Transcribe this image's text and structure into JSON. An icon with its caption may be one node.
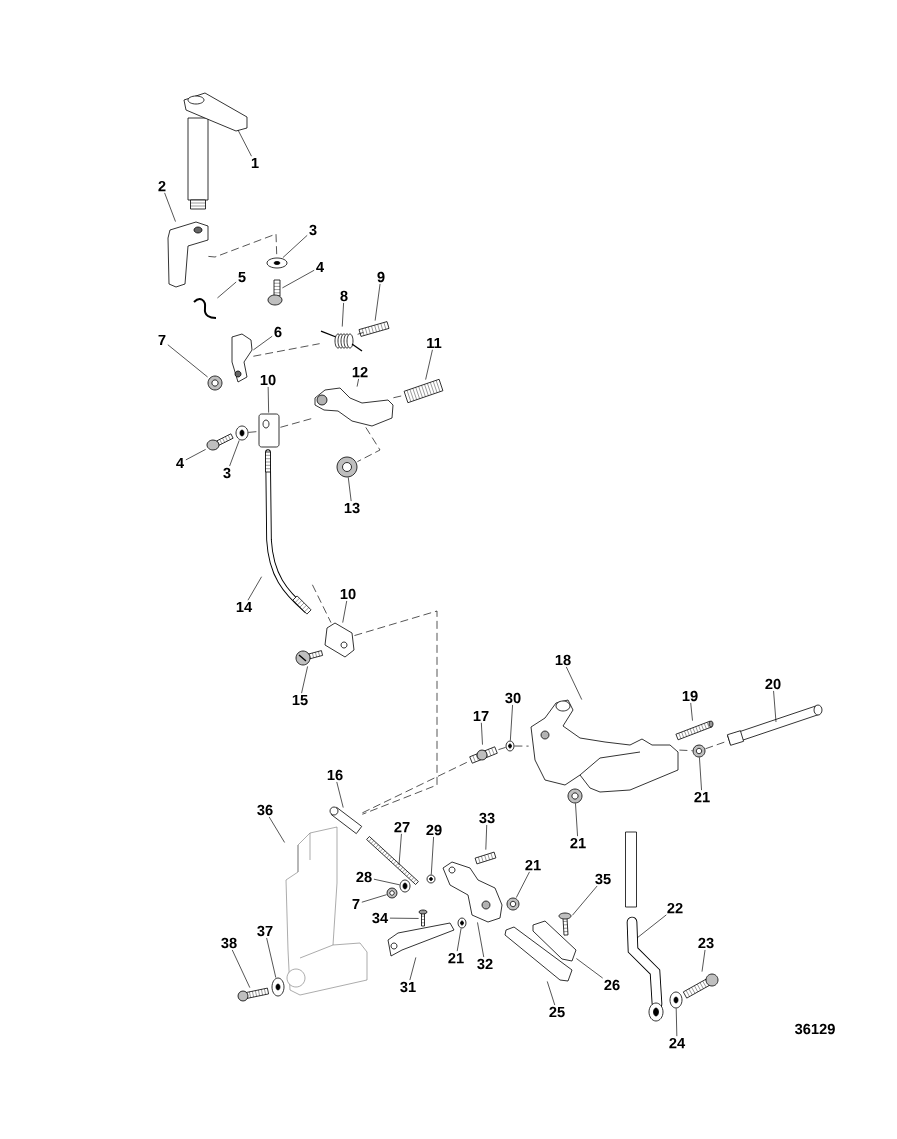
{
  "diagram": {
    "nodes": [
      {
        "text": [
          "1"
        ]
      },
      {
        "text": [
          "2"
        ]
      },
      {
        "text": [
          "3"
        ]
      },
      {
        "text": [
          "4"
        ]
      },
      {
        "text": [
          "5"
        ]
      },
      {
        "text": [
          "9"
        ]
      },
      {
        "text": [
          "8"
        ]
      },
      {
        "text": [
          "6"
        ]
      },
      {
        "text": [
          "7"
        ]
      },
      {
        "text": [
          "11"
        ]
      },
      {
        "text": [
          "12"
        ]
      },
      {
        "text": [
          "10"
        ]
      },
      {
        "text": [
          "4"
        ]
      },
      {
        "text": [
          "3"
        ]
      },
      {
        "text": [
          "13"
        ]
      },
      {
        "text": [
          "10"
        ]
      },
      {
        "text": [
          "14"
        ]
      },
      {
        "text": [
          "18"
        ]
      },
      {
        "text": [
          "20"
        ]
      },
      {
        "text": [
          "19"
        ]
      },
      {
        "text": [
          "30"
        ]
      },
      {
        "text": [
          "15"
        ]
      },
      {
        "text": [
          "17"
        ]
      },
      {
        "text": [
          "16"
        ]
      },
      {
        "text": [
          "21"
        ]
      },
      {
        "text": [
          "36"
        ]
      },
      {
        "text": [
          "33"
        ]
      },
      {
        "text": [
          "27"
        ]
      },
      {
        "text": [
          "29"
        ]
      },
      {
        "text": [
          "21"
        ]
      },
      {
        "text": [
          "21"
        ]
      },
      {
        "text": [
          "28"
        ]
      },
      {
        "text": [
          "35"
        ]
      },
      {
        "text": [
          "7"
        ]
      },
      {
        "text": [
          "22"
        ]
      },
      {
        "text": [
          "34"
        ]
      },
      {
        "text": [
          "23"
        ]
      },
      {
        "text": [
          "38"
        ]
      },
      {
        "text": [
          "37"
        ]
      },
      {
        "text": [
          "21"
        ]
      },
      {
        "text": [
          "32"
        ]
      },
      {
        "text": [
          "26"
        ]
      },
      {
        "text": [
          "31"
        ]
      },
      {
        "text": [
          "25"
        ]
      },
      {
        "text": [
          "24"
        ]
      },
      {
        "text": [],
        "shape": "picture"
      },
      {
        "text": [],
        "shape": "picture"
      },
      {
        "text": [],
        "shape": "picture"
      },
      {
        "text": [],
        "shape": "picture"
      },
      {
        "text": [],
        "shape": "picture"
      },
      {
        "text": [],
        "shape": "picture"
      },
      {
        "text": [],
        "shape": "picture"
      },
      {
        "text": [],
        "shape": "picture"
      },
      {
        "text": [],
        "shape": "picture"
      },
      {
        "text": [],
        "shape": "picture"
      },
      {
        "text": [],
        "shape": "picture"
      },
      {
        "text": [],
        "shape": "picture"
      },
      {
        "text": [],
        "shape": "picture"
      },
      {
        "text": [],
        "shape": "picture"
      },
      {
        "text": [],
        "shape": "picture"
      },
      {
        "text": [],
        "shape": "picture"
      },
      {
        "text": [],
        "shape": "picture"
      },
      {
        "text": [],
        "shape": "picture"
      },
      {
        "text": [],
        "shape": "picture"
      },
      {
        "text": [],
        "shape": "picture"
      },
      {
        "text": [],
        "shape": "picture"
      },
      {
        "text": [],
        "shape": "picture"
      },
      {
        "text": [],
        "shape": "picture"
      },
      {
        "text": [],
        "shape": "picture"
      },
      {
        "text": [],
        "shape": "picture"
      },
      {
        "text": [],
        "shape": "picture"
      },
      {
        "text": [],
        "shape": "picture"
      },
      {
        "text": [],
        "shape": "picture"
      },
      {
        "text": [],
        "shape": "picture"
      },
      {
        "text": [],
        "shape": "picture"
      },
      {
        "text": [],
        "shape": "picture"
      },
      {
        "text": [],
        "shape": "picture"
      },
      {
        "text": [],
        "shape": "picture"
      },
      {
        "text": [],
        "shape": "picture"
      },
      {
        "text": [],
        "shape": "picture"
      },
      {
        "text": [],
        "shape": "picture"
      },
      {
        "text": [],
        "shape": "picture"
      },
      {
        "text": [],
        "shape": "picture"
      },
      {
        "text": [],
        "shape": "picture"
      },
      {
        "text": [],
        "shape": "picture"
      },
      {
        "text": [],
        "shape": "picture"
      },
      {
        "text": [],
        "shape": "picture"
      },
      {
        "text": [],
        "shape": "picture"
      },
      {
        "text": [],
        "shape": "picture"
      },
      {
        "text": [],
        "shape": "picture"
      }
    ],
    "edges": [
      {
        "from": 0,
        "to": 45,
        "arrow": "none"
      },
      {
        "from": 1,
        "to": 46,
        "arrow": "none"
      },
      {
        "from": 2,
        "to": 47,
        "arrow": "none"
      },
      {
        "from": 3,
        "to": 48,
        "arrow": "none"
      },
      {
        "from": 4,
        "to": 49,
        "arrow": "none"
      },
      {
        "from": 5,
        "to": 50,
        "arrow": "none"
      },
      {
        "from": 6,
        "to": 51,
        "arrow": "none"
      },
      {
        "from": 7,
        "to": 52,
        "arrow": "none"
      },
      {
        "from": 8,
        "to": 53,
        "arrow": "none"
      },
      {
        "from": 9,
        "to": 54,
        "arrow": "none"
      },
      {
        "from": 10,
        "to": 55,
        "arrow": "none"
      },
      {
        "from": 11,
        "to": 56,
        "arrow": "none"
      },
      {
        "from": 12,
        "to": 57,
        "arrow": "none"
      },
      {
        "from": 13,
        "to": 58,
        "arrow": "none"
      },
      {
        "from": 14,
        "to": 59,
        "arrow": "none"
      },
      {
        "from": 15,
        "to": 60,
        "arrow": "none"
      },
      {
        "from": 16,
        "to": 61,
        "arrow": "none"
      },
      {
        "from": 17,
        "to": 62,
        "arrow": "none"
      },
      {
        "from": 18,
        "to": 63,
        "arrow": "none"
      },
      {
        "from": 19,
        "to": 64,
        "arrow": "none"
      },
      {
        "from": 20,
        "to": 65,
        "arrow": "none"
      },
      {
        "from": 21,
        "to": 66,
        "arrow": "none"
      },
      {
        "from": 22,
        "to": 67,
        "arrow": "none"
      },
      {
        "from": 23,
        "to": 68,
        "arrow": "none"
      },
      {
        "from": 24,
        "to": 69,
        "arrow": "none"
      },
      {
        "from": 25,
        "to": 70,
        "arrow": "none"
      },
      {
        "from": 26,
        "to": 71,
        "arrow": "none"
      },
      {
        "from": 27,
        "to": 72,
        "arrow": "none"
      },
      {
        "from": 28,
        "to": 73,
        "arrow": "none"
      },
      {
        "from": 29,
        "to": 74,
        "arrow": "none"
      },
      {
        "from": 30,
        "to": 75,
        "arrow": "none"
      },
      {
        "from": 31,
        "to": 76,
        "arrow": "none"
      },
      {
        "from": 32,
        "to": 77,
        "arrow": "none"
      },
      {
        "from": 33,
        "to": 78,
        "arrow": "none"
      },
      {
        "from": 34,
        "to": 79,
        "arrow": "none"
      },
      {
        "from": 35,
        "to": 80,
        "arrow": "none"
      },
      {
        "from": 36,
        "to": 81,
        "arrow": "none"
      },
      {
        "from": 37,
        "to": 82,
        "arrow": "none"
      },
      {
        "from": 38,
        "to": 83,
        "arrow": "none"
      },
      {
        "from": 39,
        "to": 84,
        "arrow": "none"
      },
      {
        "from": 40,
        "to": 85,
        "arrow": "none"
      },
      {
        "from": 41,
        "to": 86,
        "arrow": "none"
      },
      {
        "from": 42,
        "to": 87,
        "arrow": "none"
      },
      {
        "from": 43,
        "to": 88,
        "arrow": "none"
      },
      {
        "from": 44,
        "to": 89,
        "arrow": "none"
      },
      {
        "from": 46,
        "to": 47,
        "arrow": "none",
        "style": "dashed"
      },
      {
        "from": 52,
        "to": 51,
        "arrow": "none",
        "style": "dashed"
      },
      {
        "from": 51,
        "to": 50,
        "arrow": "none",
        "style": "dashed"
      },
      {
        "from": 58,
        "to": 56,
        "arrow": "none",
        "style": "dashed"
      },
      {
        "from": 56,
        "to": 55,
        "arrow": "none",
        "style": "dashed"
      },
      {
        "from": 55,
        "to": 54,
        "arrow": "none",
        "style": "dashed"
      },
      {
        "from": 55,
        "to": 59,
        "arrow": "none",
        "style": "dashed"
      },
      {
        "from": 61,
        "to": 60,
        "arrow": "none",
        "style": "dashed"
      },
      {
        "from": 60,
        "to": 68,
        "arrow": "none",
        "style": "dashed"
      },
      {
        "from": 68,
        "to": 67,
        "arrow": "none",
        "style": "dashed"
      },
      {
        "from": 67,
        "to": 65,
        "arrow": "none",
        "style": "dashed"
      },
      {
        "from": 65,
        "to": 62,
        "arrow": "none",
        "style": "dashed"
      },
      {
        "from": 62,
        "to": 69,
        "arrow": "none",
        "style": "dashed"
      },
      {
        "from": 69,
        "to": 63,
        "arrow": "none",
        "style": "dashed"
      }
    ],
    "labels": [
      "36129"
    ]
  }
}
